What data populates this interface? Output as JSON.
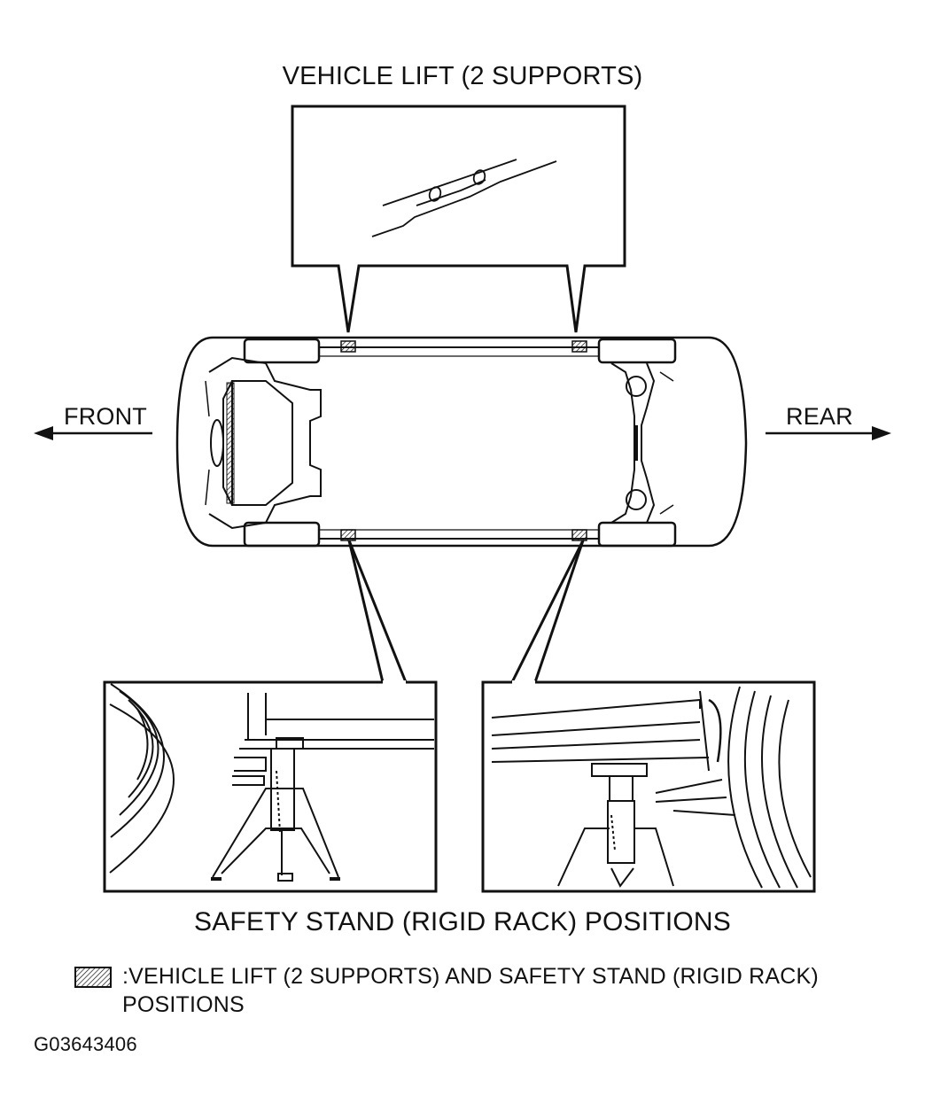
{
  "labels": {
    "top_title": "VEHICLE LIFT (2 SUPPORTS)",
    "front": "FRONT",
    "rear": "REAR",
    "bottom_title": "SAFETY STAND (RIGID RACK) POSITIONS",
    "legend_line1": ":VEHICLE LIFT (2 SUPPORTS) AND SAFETY STAND (RIGID RACK)",
    "legend_line2": "POSITIONS",
    "figure_id": "G03643406"
  },
  "icons": {
    "legend_symbol": "hatched-square-icon",
    "front_arrow": "arrow-left-icon",
    "rear_arrow": "arrow-right-icon"
  },
  "colors": {
    "line": "#111111",
    "background": "#ffffff"
  }
}
